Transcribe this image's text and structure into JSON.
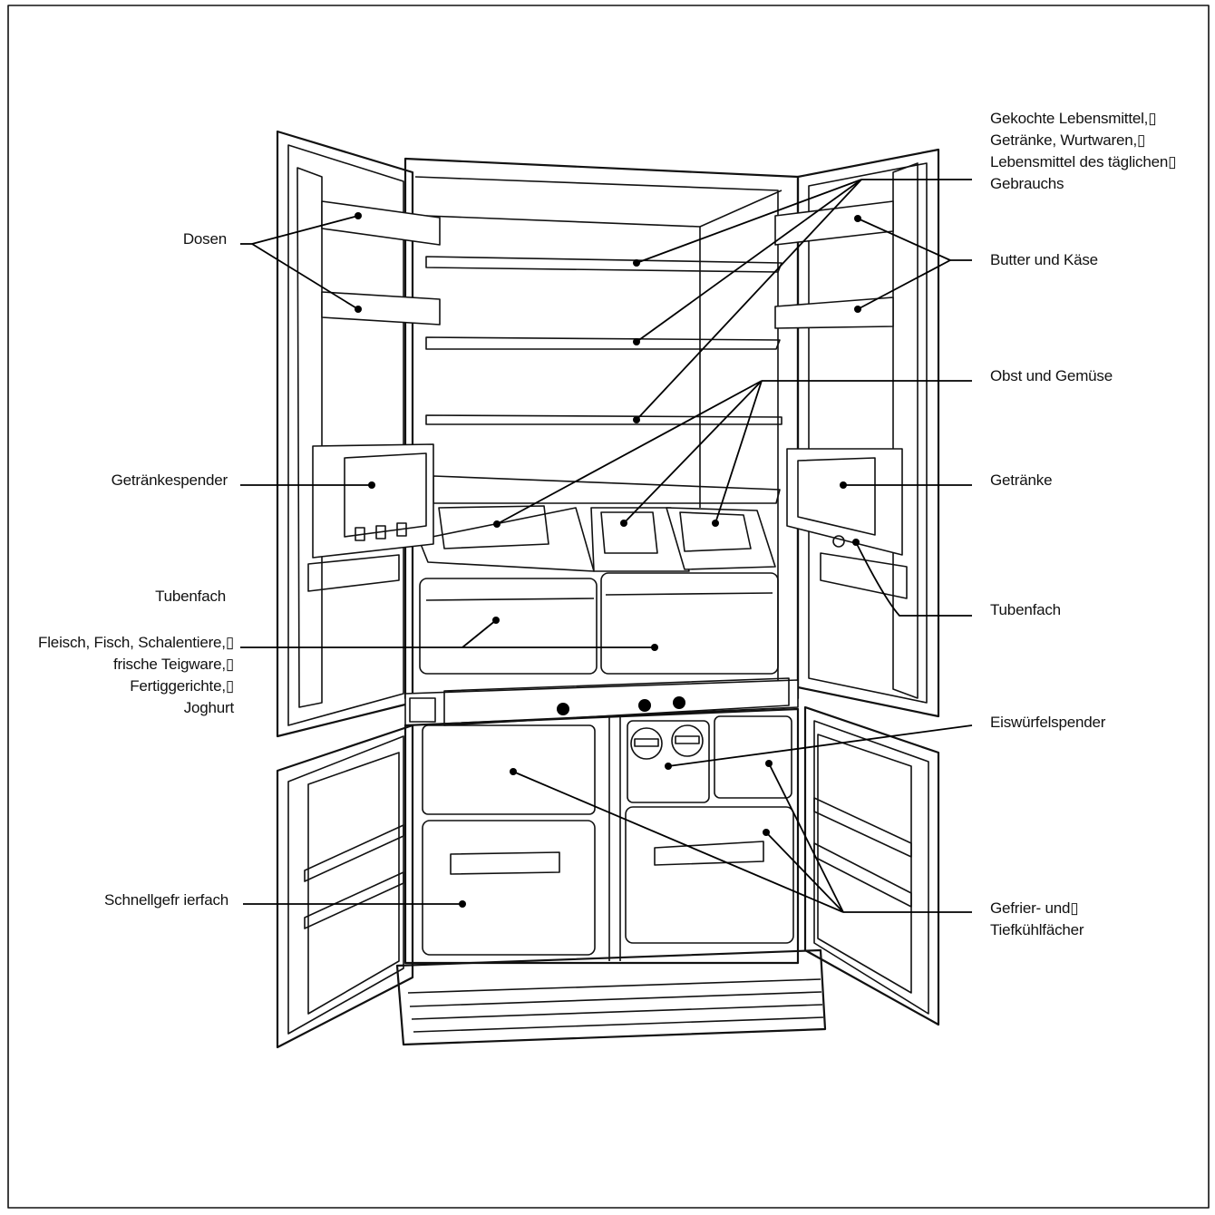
{
  "labels": {
    "gekochte": [
      "Gekochte Lebensmittel,▯",
      "Getränke, Wurtwaren,▯",
      "Lebensmittel des täglichen▯",
      "Gebrauchs"
    ],
    "butter": "Butter und Käse",
    "obst": "Obst und Gemüse",
    "getraenke": "Getränke",
    "tubenfach_right": "Tubenfach",
    "eiswuerfel": "Eiswürfelspender",
    "gefrier": [
      "Gefrier- und▯",
      "Tiefkühlfächer"
    ],
    "dosen": "Dosen",
    "getraenkespender": "Getränkespender",
    "tubenfach_left": "Tubenfach",
    "fleisch": [
      "Fleisch, Fisch, Schalentiere,▯",
      "frische Teigware,▯",
      "Fertiggerichte,▯",
      "Joghurt"
    ],
    "schnellgefrierfach": "Schnellgefr ierfach"
  }
}
